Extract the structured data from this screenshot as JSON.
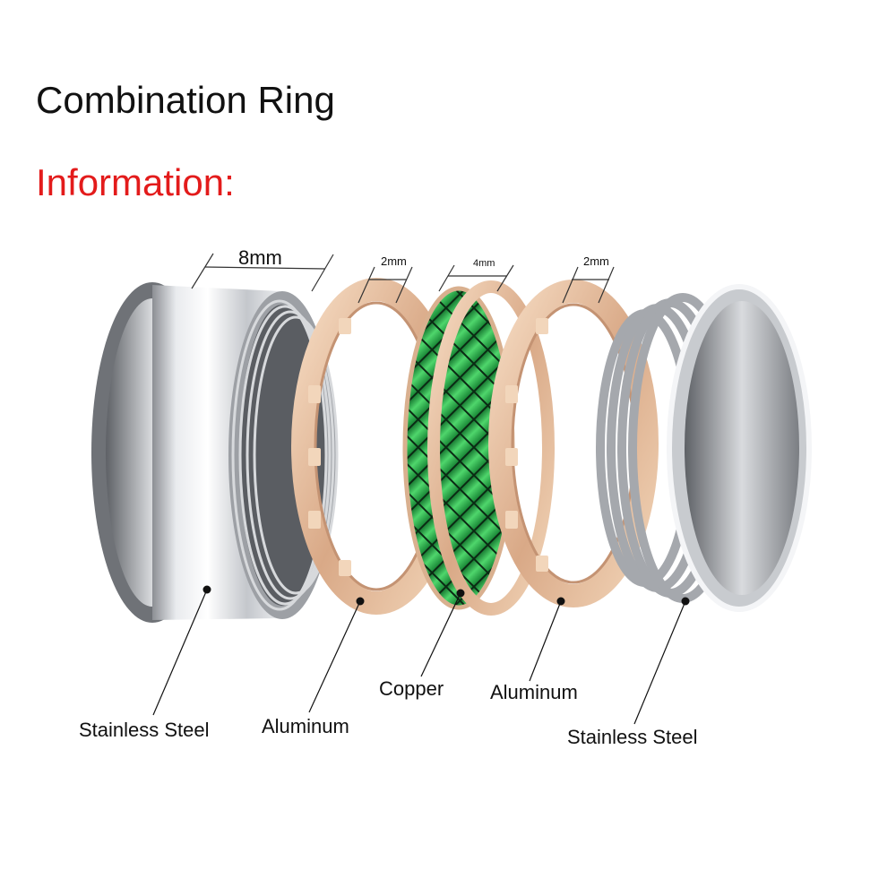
{
  "title": "Combination Ring",
  "subtitle": "Information:",
  "colors": {
    "subtitle": "#e31b1b",
    "steel": "#b9bcc1",
    "gold": "#e8c4a3",
    "green": "#2fb54a"
  },
  "dimensions": {
    "outer_width": "8mm",
    "aluminum_left": "2mm",
    "copper": "4mm",
    "aluminum_right": "2mm"
  },
  "parts": {
    "steel_left": "Stainless Steel",
    "aluminum_left": "Aluminum",
    "copper": "Copper",
    "aluminum_right": "Aluminum",
    "steel_right": "Stainless Steel"
  }
}
